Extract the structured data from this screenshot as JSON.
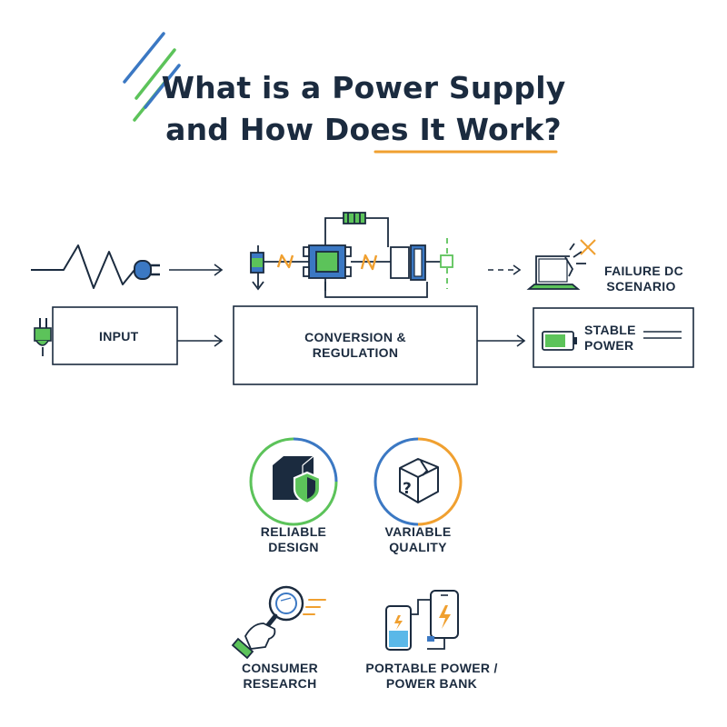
{
  "title": {
    "line1": "What is a Power Supply",
    "line2": "and How Does It Work?"
  },
  "flow": {
    "input_label": "INPUT",
    "conversion_line1": "CONVERSION &",
    "conversion_line2": "REGULATION",
    "stable_line1": "STABLE",
    "stable_line2": "POWER",
    "failure_line1": "FAILURE DC",
    "failure_line2": "SCENARIO"
  },
  "features": [
    {
      "line1": "RELIABLE",
      "line2": "DESIGN",
      "icon": "shield-box-icon"
    },
    {
      "line1": "VARIABLE",
      "line2": "QUALITY",
      "icon": "question-box-icon"
    },
    {
      "line1": "CONSUMER",
      "line2": "RESEARCH",
      "icon": "magnifier-hand-icon"
    },
    {
      "line1": "PORTABLE POWER /",
      "line2": "POWER BANK",
      "icon": "power-bank-icon"
    }
  ],
  "colors": {
    "navy": "#1b2b3f",
    "blue": "#3b78c3",
    "green": "#5cc35a",
    "orange": "#f0a030"
  }
}
